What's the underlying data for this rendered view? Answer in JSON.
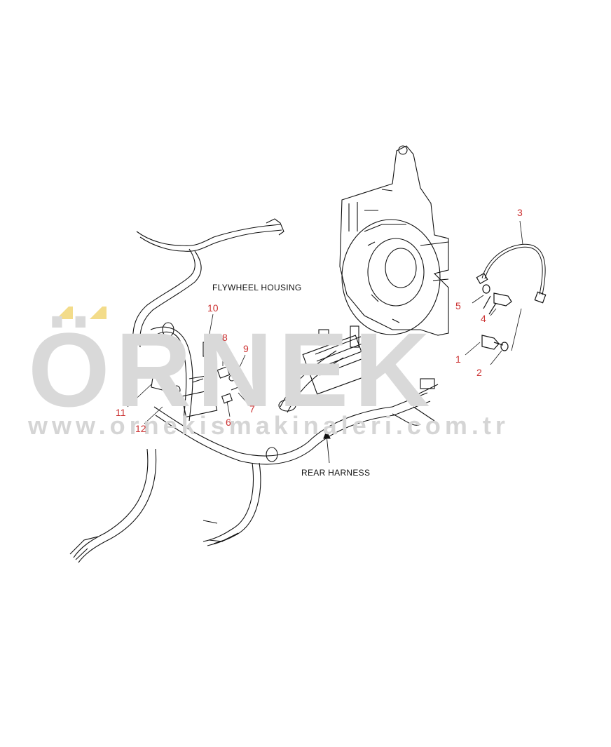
{
  "watermark": {
    "brand": "ÖRNEK",
    "url": "www.ornekismakinaleri.com.tr"
  },
  "labels": {
    "flywheel_housing": "FLYWHEEL HOUSING",
    "rear_harness": "REAR HARNESS"
  },
  "callouts": [
    "1",
    "2",
    "3",
    "4",
    "5",
    "6",
    "7",
    "8",
    "9",
    "10",
    "11",
    "12"
  ],
  "colors": {
    "callout": "#cc3333",
    "line": "#111111",
    "watermark": "#d9d9d9",
    "watermark_accent": "#f3dc8a"
  }
}
